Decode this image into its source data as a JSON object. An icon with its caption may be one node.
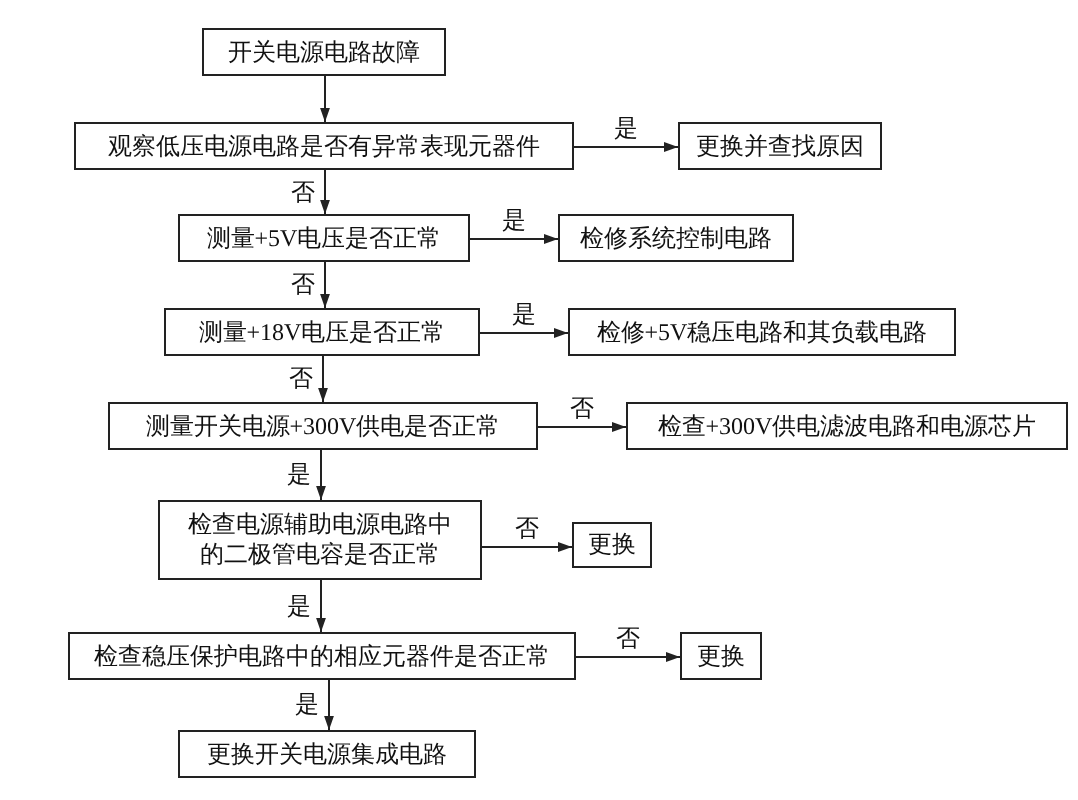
{
  "diagram": {
    "nodes": [
      {
        "text": [
          "开关电源电路故障"
        ]
      },
      {
        "text": [
          "观察低压电源电路是否有异常表现元器件"
        ]
      },
      {
        "text": [
          "更换并查找原因"
        ]
      },
      {
        "text": [
          "测量+5V电压是否正常"
        ]
      },
      {
        "text": [
          "检修系统控制电路"
        ]
      },
      {
        "text": [
          "测量+18V电压是否正常"
        ]
      },
      {
        "text": [
          "检修+5V稳压电路和其负载电路"
        ]
      },
      {
        "text": [
          "测量开关电源+300V供电是否正常"
        ]
      },
      {
        "text": [
          "检查+300V供电滤波电路和电源芯片"
        ]
      },
      {
        "text": [
          "检查电源辅助电源电路中的二极管电容是否正常"
        ]
      },
      {
        "text": [
          "更换"
        ]
      },
      {
        "text": [
          "检查稳压保护电路中的相应元器件是否正常"
        ]
      },
      {
        "text": [
          "更换"
        ]
      },
      {
        "text": [
          "更换开关电源集成电路"
        ]
      }
    ],
    "edges": [
      {
        "from": 0,
        "to": 1,
        "arrow": "to"
      },
      {
        "from": 1,
        "to": 2,
        "arrow": "to",
        "label": "是"
      },
      {
        "from": 1,
        "to": 3,
        "arrow": "to",
        "label": "否"
      },
      {
        "from": 3,
        "to": 4,
        "arrow": "to",
        "label": "是"
      },
      {
        "from": 3,
        "to": 5,
        "arrow": "to",
        "label": "否"
      },
      {
        "from": 5,
        "to": 6,
        "arrow": "to",
        "label": "是"
      },
      {
        "from": 5,
        "to": 7,
        "arrow": "to",
        "label": "否"
      },
      {
        "from": 7,
        "to": 8,
        "arrow": "to",
        "label": "否"
      },
      {
        "from": 7,
        "to": 9,
        "arrow": "to",
        "label": "是"
      },
      {
        "from": 9,
        "to": 10,
        "arrow": "to",
        "label": "否"
      },
      {
        "from": 9,
        "to": 11,
        "arrow": "to",
        "label": "是"
      },
      {
        "from": 11,
        "to": 12,
        "arrow": "to",
        "label": "否"
      },
      {
        "from": 11,
        "to": 13,
        "arrow": "to",
        "label": "是"
      }
    ]
  }
}
